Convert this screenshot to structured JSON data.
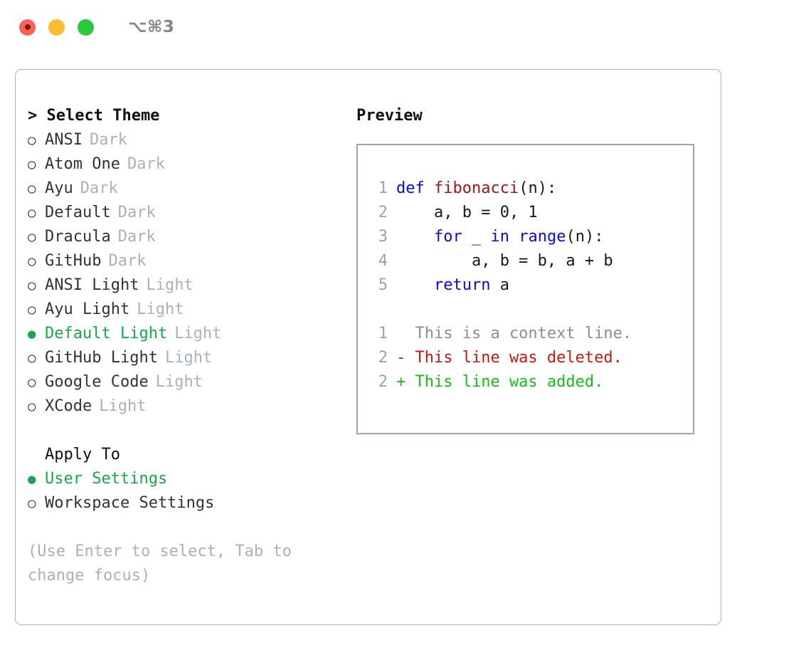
{
  "titlebar": {
    "shortcut": "⌥⌘3",
    "buttons": [
      {
        "name": "close",
        "color": "#fa6258"
      },
      {
        "name": "minimize",
        "color": "#fcbe2e"
      },
      {
        "name": "zoom",
        "color": "#25ca3f"
      }
    ]
  },
  "colors": {
    "accent_green": "#17a84a",
    "muted": "#a8b1be",
    "text": "#2f3337",
    "border": "#a9b3c2",
    "preview_border": "#98a4b8"
  },
  "theme_list": {
    "header": "> Select Theme",
    "items": [
      {
        "marker": "○",
        "label": "ANSI",
        "category": "Dark",
        "selected": false
      },
      {
        "marker": "○",
        "label": "Atom One",
        "category": "Dark",
        "selected": false
      },
      {
        "marker": "○",
        "label": "Ayu",
        "category": "Dark",
        "selected": false
      },
      {
        "marker": "○",
        "label": "Default",
        "category": "Dark",
        "selected": false
      },
      {
        "marker": "○",
        "label": "Dracula",
        "category": "Dark",
        "selected": false
      },
      {
        "marker": "○",
        "label": "GitHub",
        "category": "Dark",
        "selected": false
      },
      {
        "marker": "○",
        "label": "ANSI Light",
        "category": "Light",
        "selected": false
      },
      {
        "marker": "○",
        "label": "Ayu Light",
        "category": "Light",
        "selected": false
      },
      {
        "marker": "●",
        "label": "Default Light",
        "category": "Light",
        "selected": true
      },
      {
        "marker": "○",
        "label": "GitHub Light",
        "category": "Light",
        "selected": false
      },
      {
        "marker": "○",
        "label": "Google Code",
        "category": "Light",
        "selected": false
      },
      {
        "marker": "○",
        "label": "XCode",
        "category": "Light",
        "selected": false
      }
    ]
  },
  "apply_to": {
    "header": "Apply To",
    "items": [
      {
        "marker": "●",
        "label": "User Settings",
        "selected": true
      },
      {
        "marker": "○",
        "label": "Workspace Settings",
        "selected": false
      }
    ]
  },
  "hint": "(Use Enter to select, Tab to change focus)",
  "preview": {
    "title": "Preview",
    "code": [
      {
        "lineno": "1",
        "tokens": [
          {
            "t": "def ",
            "c": "kw"
          },
          {
            "t": "fibonacci",
            "c": "fn"
          },
          {
            "t": "(n):",
            "c": "plain"
          }
        ]
      },
      {
        "lineno": "2",
        "tokens": [
          {
            "t": "    a, b = 0, 1",
            "c": "plain"
          }
        ]
      },
      {
        "lineno": "3",
        "tokens": [
          {
            "t": "    ",
            "c": "plain"
          },
          {
            "t": "for",
            "c": "kw"
          },
          {
            "t": " _ ",
            "c": "plain"
          },
          {
            "t": "in",
            "c": "kw"
          },
          {
            "t": " ",
            "c": "plain"
          },
          {
            "t": "range",
            "c": "kw"
          },
          {
            "t": "(n):",
            "c": "plain"
          }
        ]
      },
      {
        "lineno": "4",
        "tokens": [
          {
            "t": "        a, b = b, a + b",
            "c": "plain"
          }
        ]
      },
      {
        "lineno": "5",
        "tokens": [
          {
            "t": "    ",
            "c": "plain"
          },
          {
            "t": "return",
            "c": "kw"
          },
          {
            "t": " a",
            "c": "plain"
          }
        ]
      }
    ],
    "diff": [
      {
        "lineno": "1",
        "prefix": "  ",
        "text": "This is a context line.",
        "kind": "context"
      },
      {
        "lineno": "2",
        "prefix": "- ",
        "text": "This line was deleted.",
        "kind": "del"
      },
      {
        "lineno": "2",
        "prefix": "+ ",
        "text": "This line was added.",
        "kind": "add"
      }
    ]
  }
}
